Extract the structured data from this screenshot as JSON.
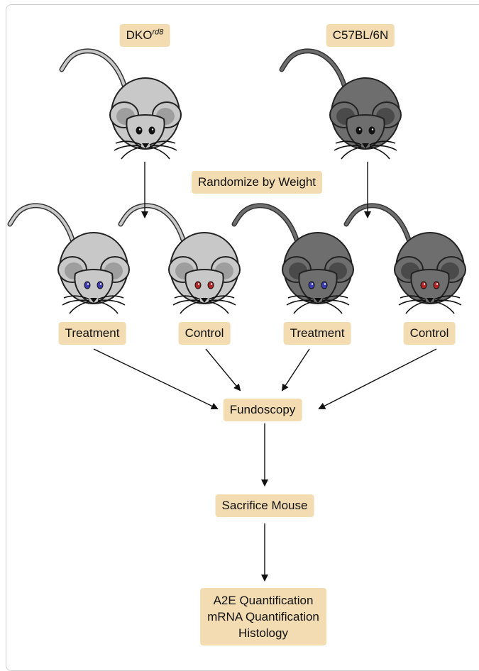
{
  "strains": [
    {
      "name": "DKO",
      "superscript": "rd8",
      "fur_color": "#c8c8c8",
      "ear_color": "#9e9e9e"
    },
    {
      "name": "C57BL/6N",
      "superscript": "",
      "fur_color": "#6e6e6e",
      "ear_color": "#4a4a4a"
    }
  ],
  "randomize_label": "Randomize by Weight",
  "groups": [
    {
      "label": "Treatment",
      "eye_color": "#3b3bb5"
    },
    {
      "label": "Control",
      "eye_color": "#b52525"
    },
    {
      "label": "Treatment",
      "eye_color": "#3b3bb5"
    },
    {
      "label": "Control",
      "eye_color": "#b52525"
    }
  ],
  "steps": {
    "fundoscopy": "Fundoscopy",
    "sacrifice": "Sacrifice Mouse",
    "final_lines": [
      "A2E Quantification",
      "mRNA Quantification",
      "Histology"
    ]
  },
  "colors": {
    "label_bg": "#f3dcb2",
    "arrow": "#111111"
  }
}
